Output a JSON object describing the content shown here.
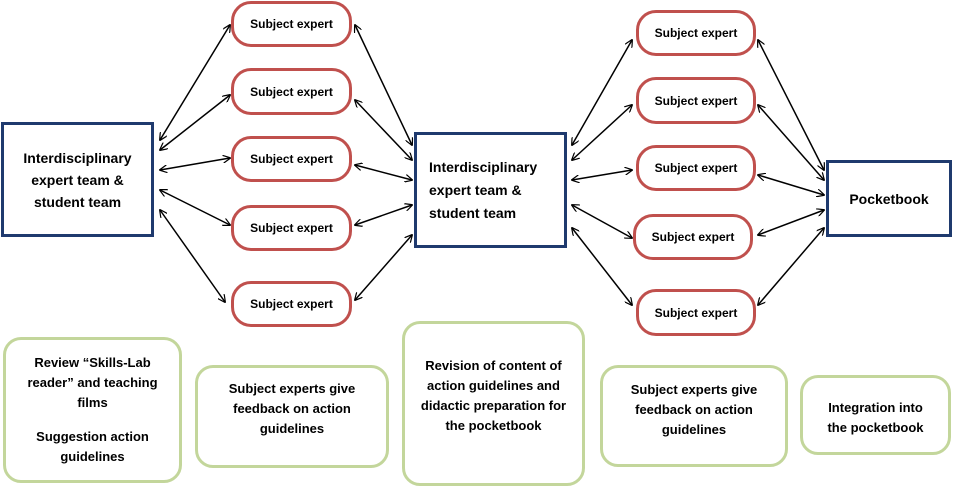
{
  "nodes": {
    "team_left": "Interdisciplinary expert team & student team",
    "team_middle": "Interdisciplinary expert team & student team",
    "pocketbook": "Pocketbook",
    "expert_label": "Subject expert"
  },
  "notes": {
    "review_line1": "Review “Skills-Lab reader” and teaching films",
    "review_line2": "Suggestion action guidelines",
    "feedback_first": "Subject experts give feedback on action guidelines",
    "revision": "Revision of content of action guidelines and didactic preparation for the pocketbook",
    "feedback_second": "Subject experts give feedback on action guidelines",
    "integration": "Integration into the pocketbook"
  },
  "colors": {
    "team_border": "#1f3a6e",
    "expert_border": "#c0504d",
    "note_border": "#c3d69b",
    "arrow": "#000000"
  }
}
